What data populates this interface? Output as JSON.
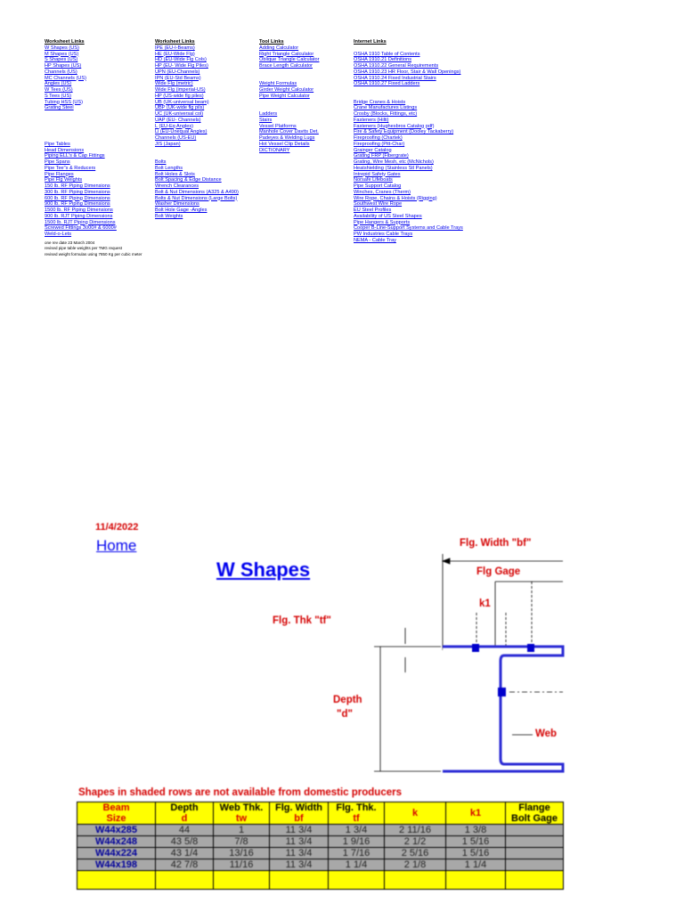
{
  "columns": {
    "worksheet1": {
      "header": "Worksheet Links",
      "group1": [
        "W Shapes (US)",
        "M Shapes (US)",
        "S Shapes (US)",
        "HP Shapes (US)",
        "Channels (US)",
        "MC Channels (US)",
        "Angles (US)",
        "W Tees (US)",
        "S Tees (US)",
        " Tubing HSS (US)",
        "Grating Steel"
      ],
      "group2": [
        "Pipe Tables",
        "Head Dimensions",
        "Piping ELL's & Cap Fittings",
        "Pipe Spans",
        "Pipe Tee\"s & Reducers",
        "Pipe Flanges",
        "Pipe Flg Weights",
        "150 lb. RF Piping Dimensions",
        "300 lb. RF Piping Dimensions",
        "600 lb. RF Piping Dimensions",
        "900 lb. RF Piping Dimensions",
        "1500 lb. RF Piping Dimensions",
        "900 lb. RJT Piping Dimensions",
        "1500 lb. RJT Piping Dimensions",
        "Screwed Fittings 3000# & 6000#",
        "Weld-o-Lets"
      ],
      "notes": [
        "one rev date 23 March 2004",
        "revised pipe table weights per TMG request",
        "revised weight formulas using 7850 Kg per cubic meter"
      ]
    },
    "worksheet2": {
      "header": "Worksheet Links",
      "group1": [
        "IPE (EU-I-Beams)",
        "HE (EU-Wide Flg)",
        "HD (EU-Wide Flg Cols)",
        "HP (EU- Wide Flg Piles)",
        "UPN (EU-Channels)",
        "IPN (EU-Std Beams)",
        "Wide Flg (metric)",
        "Wide Flg (imperial-US)",
        "HP (US-wide flg piles)",
        "UB (UK-universal beam)",
        "UBP (UK-wide flg pils)",
        "UC (UK-universal col)",
        "UAP (EU- Channels)",
        "L (EU-Eq Angles)",
        "Li (EU-Unequal Angles)",
        "Channels (US-EU)",
        "JIS (Japan)"
      ],
      "group2": [
        "Bolts",
        "Bolt Lengths",
        "Bolt Holes & Slots",
        "Bolt Spacing & Edge Distance",
        "Wrench Clearances",
        "Bolt & Nut Dimensions (A325 & A490)",
        "Bolts & Nut Dimensions (Large Bolts)",
        "Washer Dimensions",
        "Bolt Hole Gage -Angles",
        "Bolt Weights "
      ]
    },
    "tools": {
      "header": "Tool Links",
      "group1": [
        "Adding Calculator",
        "Right Triangle Calculator",
        "Oblique Triangle Calculator",
        "Brace Length Calculator"
      ],
      "group2": [
        "Weight Formulas",
        "Girder Weight Calculator",
        "Pipe Weight Calculator"
      ],
      "group3": [
        "Ladders",
        "Stairs",
        "Vessel Platforms",
        "Manhole Cover Davits Det.",
        "Padeyes & Welding Lugs",
        "Hot Vessel Clip Details",
        "DICTIONARY"
      ]
    },
    "internet": {
      "header": "Internet Links",
      "group1": [
        "OSHA 1910 Table of Contents",
        "OSHA 1910.21 Definitions",
        "OSHA 1910.22 General Requirements",
        "OSHA 1910.23 HR Floor, Stair & Wall Openings)",
        "OSHA 1910.24 Fixed Industrial Stairs",
        "OSHA 1910.27 Fixed Ladders"
      ],
      "group2": [
        "Bridge Cranes & Hoists",
        "Crane Manufactures Listings",
        "Crosby (Blocks, Fittings, etc)",
        "Fasteners (Hilti)",
        "Fasteners (Hughesbros Catalog pdf)",
        "Fire & Safety Equipment (Dooley Tackaberry)",
        "Fireproofing (Chartek)",
        "Fireproofing (Pitt-Char)",
        "Grainger Catalog",
        "Grating FRP (Fibergrate)",
        "Grating, Wire Mesh, etc (McNichols)",
        "Heatshielding (Stainless Stl Panels)",
        "Intrepid Safety Gates",
        "Norsafe Lifeboats",
        "Pipe Support Catalog",
        "Winches, Cranes (Therm)",
        "Wire Rope, Chains & Hoists (Rigging)",
        "Southwest Wire Rope",
        "EU Steel Profiles",
        "Availability of US Steel Shapes",
        "Pipe Hangers & Supports",
        "Cooper B-Line-Support Systems and Cable Trays",
        "PW Industries Cable Trays",
        "NEMA - Cable Tray"
      ]
    }
  },
  "sheet": {
    "date": "11/4/2022",
    "home": "Home",
    "title": "W Shapes",
    "labels": {
      "flg_width": "Flg. Width \"bf\"",
      "flg_gage": "Flg Gage",
      "k1": "k1",
      "flg_thk": "Flg. Thk \"tf\"",
      "depth": "Depth",
      "depth_sym": "\"d\"",
      "web": "Web"
    },
    "shaded_note": "Shapes in shaded rows are not available from domestic producers",
    "table": {
      "headers": [
        [
          "Beam",
          "Size"
        ],
        [
          "Depth",
          "d"
        ],
        [
          "Web Thk.",
          "tw"
        ],
        [
          "Flg. Width",
          "bf"
        ],
        [
          "Flg. Thk.",
          "tf"
        ],
        [
          "k",
          ""
        ],
        [
          "k1",
          ""
        ],
        [
          "Flange",
          "Bolt Gage"
        ]
      ],
      "rows": [
        [
          "W44x285",
          "44",
          "1",
          "11 3/4",
          "1 3/4",
          "2 11/16",
          "1 3/8",
          ""
        ],
        [
          "W44x248",
          "43 5/8",
          "7/8",
          "11 3/4",
          "1 9/16",
          "2 1/2",
          "1 5/16",
          ""
        ],
        [
          "W44x224",
          "43 1/4",
          "13/16",
          "11 3/4",
          "1 7/16",
          "2 5/16",
          "1 5/16",
          ""
        ],
        [
          "W44x198",
          "42 7/8",
          "11/16",
          "11 3/4",
          "1 1/4",
          "2 1/8",
          "1 1/4",
          ""
        ]
      ]
    }
  }
}
